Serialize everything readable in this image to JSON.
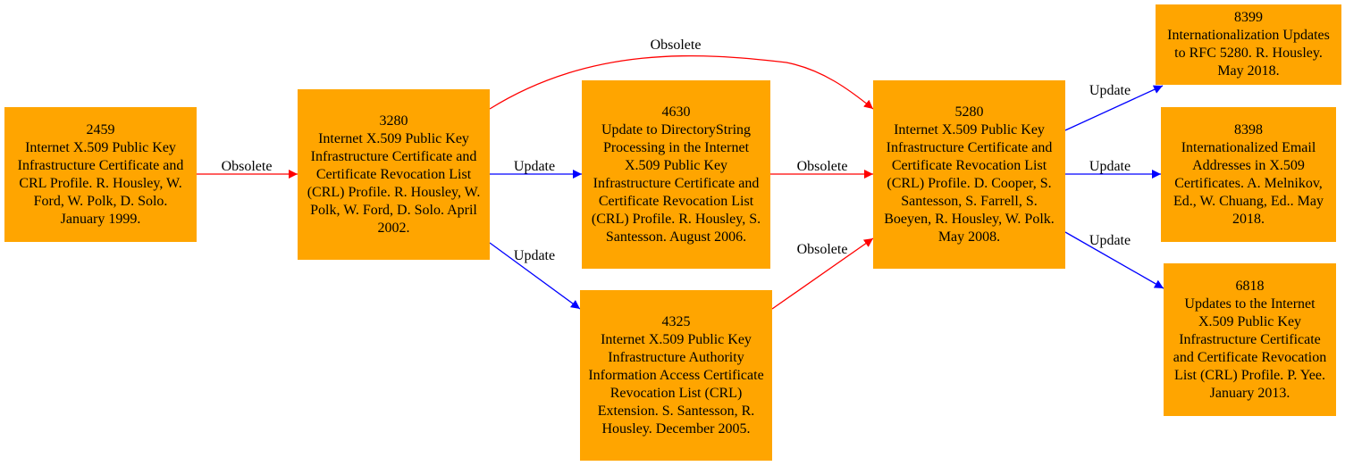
{
  "colors": {
    "node_fill": "#ffa500",
    "obsolete_edge": "#ff0000",
    "update_edge": "#0000ff"
  },
  "nodes": [
    {
      "id": "rfc2459",
      "number": "2459",
      "title": "Internet X.509 Public Key Infrastructure Certificate and CRL Profile. R. Housley, W. Ford, W. Polk, D. Solo. January 1999."
    },
    {
      "id": "rfc3280",
      "number": "3280",
      "title": "Internet X.509 Public Key Infrastructure Certificate and Certificate Revocation List (CRL) Profile. R. Housley, W. Polk, W. Ford, D. Solo. April 2002."
    },
    {
      "id": "rfc4630",
      "number": "4630",
      "title": "Update to DirectoryString Processing in the Internet X.509 Public Key Infrastructure Certificate and Certificate Revocation List (CRL) Profile. R. Housley, S. Santesson. August 2006."
    },
    {
      "id": "rfc4325",
      "number": "4325",
      "title": "Internet X.509 Public Key Infrastructure Authority Information Access Certificate Revocation List (CRL) Extension. S. Santesson, R. Housley. December 2005."
    },
    {
      "id": "rfc5280",
      "number": "5280",
      "title": "Internet X.509 Public Key Infrastructure Certificate and Certificate Revocation List (CRL) Profile. D. Cooper, S. Santesson, S. Farrell, S. Boeyen, R. Housley, W. Polk. May 2008."
    },
    {
      "id": "rfc8399",
      "number": "8399",
      "title": "Internationalization Updates to RFC 5280. R. Housley. May 2018."
    },
    {
      "id": "rfc8398",
      "number": "8398",
      "title": "Internationalized Email Addresses in X.509 Certificates. A. Melnikov, Ed., W. Chuang, Ed.. May 2018."
    },
    {
      "id": "rfc6818",
      "number": "6818",
      "title": "Updates to the Internet X.509 Public Key Infrastructure Certificate and Certificate Revocation List (CRL) Profile. P. Yee. January 2013."
    }
  ],
  "edges": [
    {
      "from": "2459",
      "to": "3280",
      "label": "Obsolete",
      "kind": "obsolete"
    },
    {
      "from": "3280",
      "to": "5280",
      "label": "Obsolete",
      "kind": "obsolete"
    },
    {
      "from": "3280",
      "to": "4630",
      "label": "Update",
      "kind": "update"
    },
    {
      "from": "3280",
      "to": "4325",
      "label": "Update",
      "kind": "update"
    },
    {
      "from": "4630",
      "to": "5280",
      "label": "Obsolete",
      "kind": "obsolete"
    },
    {
      "from": "4325",
      "to": "5280",
      "label": "Obsolete",
      "kind": "obsolete"
    },
    {
      "from": "5280",
      "to": "8399",
      "label": "Update",
      "kind": "update"
    },
    {
      "from": "5280",
      "to": "8398",
      "label": "Update",
      "kind": "update"
    },
    {
      "from": "5280",
      "to": "6818",
      "label": "Update",
      "kind": "update"
    }
  ]
}
